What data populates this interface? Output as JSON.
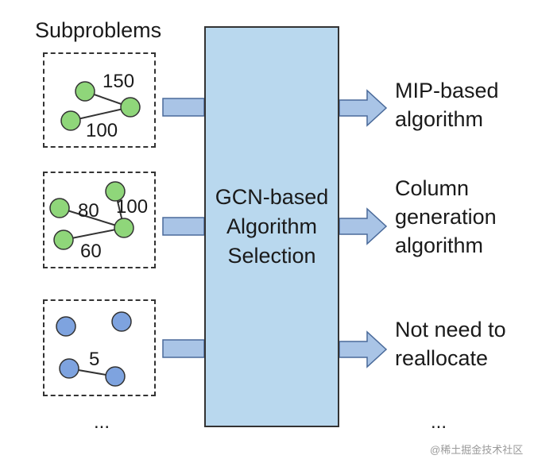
{
  "header": {
    "subproblems_label": "Subproblems"
  },
  "subproblems": [
    {
      "edge_labels": [
        "150",
        "100"
      ]
    },
    {
      "edge_labels": [
        "80",
        "100",
        "60"
      ]
    },
    {
      "edge_labels": [
        "5"
      ]
    }
  ],
  "left_ellipsis": "...",
  "center": {
    "lines": [
      "GCN-based",
      "Algorithm",
      "Selection"
    ]
  },
  "outputs": [
    {
      "lines": [
        "MIP-based",
        "algorithm"
      ]
    },
    {
      "lines": [
        "Column",
        "generation",
        "algorithm"
      ]
    },
    {
      "lines": [
        "Not need to",
        "reallocate"
      ]
    }
  ],
  "right_ellipsis": "...",
  "watermark": "@稀土掘金技术社区",
  "colors": {
    "green_node": "#8fd67a",
    "blue_node": "#7ea3df",
    "center_fill": "#b9d8ee",
    "arrow_fill": "#a9c4e6",
    "arrow_stroke": "#4a6a9a"
  }
}
